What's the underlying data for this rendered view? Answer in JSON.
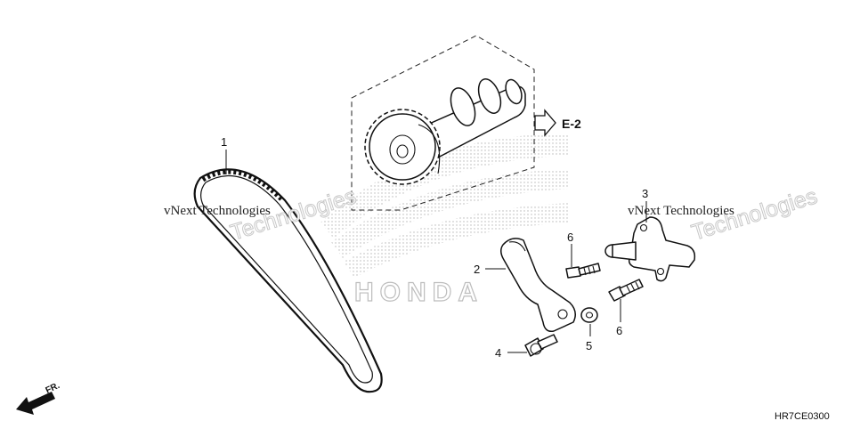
{
  "callouts": [
    {
      "id": "1",
      "text": "1"
    },
    {
      "id": "2",
      "text": "2"
    },
    {
      "id": "3",
      "text": "3"
    },
    {
      "id": "4",
      "text": "4"
    },
    {
      "id": "5",
      "text": "5"
    },
    {
      "id": "6a",
      "text": "6"
    },
    {
      "id": "6b",
      "text": "6"
    }
  ],
  "reference": {
    "text": "E-2"
  },
  "direction": {
    "text": "FR."
  },
  "diagram_code": "HR7CE0300",
  "watermarks": [
    {
      "line1": "vNext Technologies",
      "line2": "Technologies"
    },
    {
      "line1": "vNext Technologies",
      "line2": "Technologies"
    }
  ],
  "brand_watermark": "HONDA"
}
